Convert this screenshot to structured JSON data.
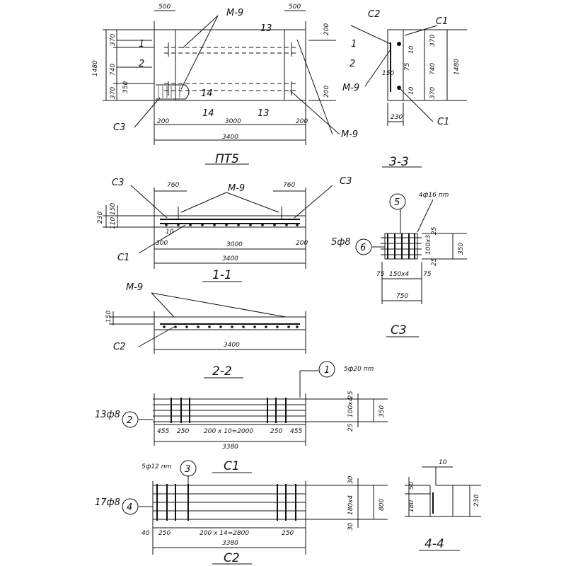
{
  "plan": {
    "dim_left_500": "500",
    "dim_right_500": "500",
    "mark_m9": "М-9",
    "mark_13_top": "13",
    "dim_1480": "1480",
    "dim_370_top": "370",
    "dim_740": "740",
    "dim_370_bot": "370",
    "dim_350": "350",
    "dim_200_top": "200",
    "dim_200_bot": "200",
    "zone_1": "1",
    "zone_2": "2",
    "mark_14_mid": "14",
    "mark_14_bot": "14",
    "mark_13_bot": "13",
    "mark_c3": "С3",
    "dim_200_left": "200",
    "dim_3000": "3000",
    "dim_200_right": "200",
    "dim_3400": "3400",
    "mark_m9_bot": "М-9",
    "title": "ПТ5"
  },
  "section33": {
    "mark_c2": "С2",
    "mark_c1_top": "С1",
    "zone_1": "1",
    "zone_2": "2",
    "mark_m9": "М-9",
    "dim_370_a": "370",
    "dim_740": "740",
    "dim_370_b": "370",
    "dim_1480": "1480",
    "dim_10_a": "10",
    "dim_10_b": "10",
    "dim_75": "75",
    "dim_150": "150",
    "dim_230": "230",
    "mark_c1_bot": "С1",
    "title": "3-3"
  },
  "section11": {
    "mark_c3_left": "С3",
    "dim_760_left": "760",
    "mark_m9": "М-9",
    "dim_760_right": "760",
    "mark_c3_right": "С3",
    "dim_230": "230",
    "dim_150": "150",
    "dim_110": "110",
    "dim_10": "10",
    "dim_300": "300",
    "dim_3000": "3000",
    "dim_200": "200",
    "mark_c1": "С1",
    "dim_3400": "3400",
    "title": "1-1"
  },
  "c3": {
    "callout_5": "5",
    "bars_top": "4ф16 пm",
    "bars_left": "5ф8",
    "callout_6": "6",
    "dim_25_top": "25",
    "dim_100x3": "100х3",
    "dim_25_bot": "25",
    "dim_350": "350",
    "dim_75_l": "75",
    "dim_150x4": "150х4",
    "dim_75_r": "75",
    "dim_750": "750",
    "title": "С3"
  },
  "section22": {
    "mark_m9": "М-9",
    "dim_150": "150",
    "mark_c2": "С2",
    "dim_3400": "3400",
    "title": "2-2"
  },
  "c1": {
    "callout_1": "1",
    "bars_top": "5ф20 пm",
    "bars_left": "13ф8",
    "callout_2": "2",
    "dim_25_a": "25",
    "dim_100x4": "100х4",
    "dim_25_b": "25",
    "dim_350": "350",
    "dim_455_l": "455",
    "dim_250_l": "250",
    "dim_200x10": "200 х 10=2000",
    "dim_250_r": "250",
    "dim_455_r": "455",
    "dim_3380": "3380",
    "title": "С1"
  },
  "c2": {
    "bars_top": "5ф12 пm",
    "callout_3": "3",
    "bars_left": "17ф8",
    "callout_4": "4",
    "dim_30_a": "30",
    "dim_180x4": "180х4",
    "dim_30_b": "30",
    "dim_800": "800",
    "dim_40": "40",
    "dim_250_l": "250",
    "dim_200x14": "200 х 14=2800",
    "dim_250_r": "250",
    "dim_3380": "3380",
    "title": "С2"
  },
  "section44": {
    "dim_10": "10",
    "dim_50": "50",
    "dim_180": "180",
    "dim_230": "230",
    "title": "4-4"
  }
}
